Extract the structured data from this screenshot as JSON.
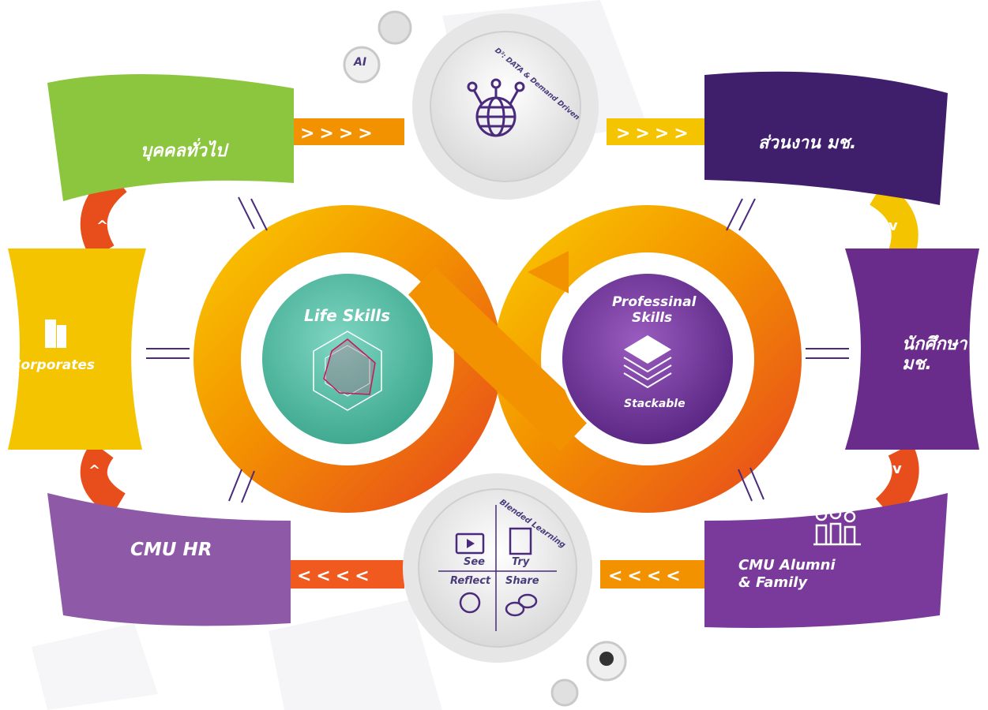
{
  "nodes": {
    "general_public": "บุคคลทั่วไป",
    "cmu_units": "ส่วนงาน มช.",
    "corporates": "Corporates",
    "cmu_students": [
      "นักศึกษา",
      "มช."
    ],
    "cmu_hr": "CMU HR",
    "cmu_alumni": [
      "CMU Alumni",
      "& Family"
    ]
  },
  "center": {
    "life_skills": "Life Skills",
    "professional_skills": [
      "Professinal",
      "Skills"
    ],
    "stackable": "Stackable"
  },
  "top_gear": {
    "label": "D³: DATA & Demand Driven",
    "badge": "AI",
    "icon": "globe-network-icon"
  },
  "bottom_gear": {
    "label": "Blended Learning",
    "quadrants": [
      "See",
      "Try",
      "Reflect",
      "Share"
    ],
    "badge_icon": "person-avatar-icon"
  },
  "arrow_text": {
    "right": ">>>>",
    "left": "<<<<"
  },
  "colors": {
    "green": "#8cc63f",
    "yellow": "#f5c400",
    "dark_purple": "#3f1f6b",
    "purple": "#7a3a9c",
    "light_purple": "#8e5aa8",
    "teal": "#5fc0a8",
    "orange": "#f39200",
    "red": "#e84e1b"
  }
}
